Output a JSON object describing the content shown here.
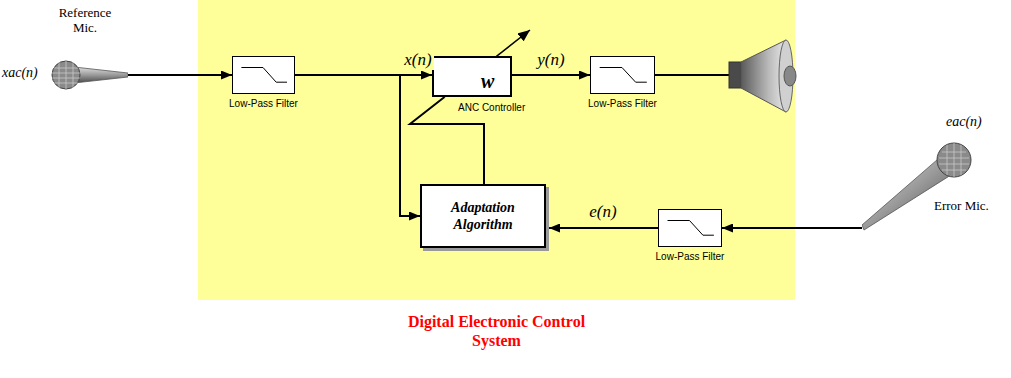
{
  "diagram": {
    "nodes": [
      {
        "text": [
          "Reference Mic.",
          "xac(n)"
        ]
      },
      {
        "text": [
          "Digital Electronic Control System"
        ]
      },
      {
        "text": [
          "Low-Pass Filter"
        ],
        "in": 1
      },
      {
        "text": [
          "w",
          "ANC Controller"
        ],
        "in": 1
      },
      {
        "text": [
          "Low-Pass Filter"
        ],
        "in": 1
      },
      {
        "text": [
          "Adaptation Algorithm"
        ],
        "in": 1
      },
      {
        "text": [
          "Low-Pass Filter"
        ],
        "in": 1
      },
      {
        "text": [
          "eac(n)",
          "Error Mic."
        ]
      }
    ],
    "edges": [
      {
        "from": 0,
        "to": 2,
        "arrow": "to"
      },
      {
        "from": 2,
        "to": 3,
        "label": "x(n)",
        "arrow": "to"
      },
      {
        "from": 2,
        "to": 5,
        "arrow": "to"
      },
      {
        "from": 3,
        "to": 4,
        "label": "y(n)",
        "arrow": "to"
      },
      {
        "from": 5,
        "to": 3,
        "arrow": "none"
      },
      {
        "from": 6,
        "to": 5,
        "label": "e(n)",
        "arrow": "to"
      },
      {
        "from": 7,
        "to": 6,
        "arrow": "to"
      }
    ]
  }
}
